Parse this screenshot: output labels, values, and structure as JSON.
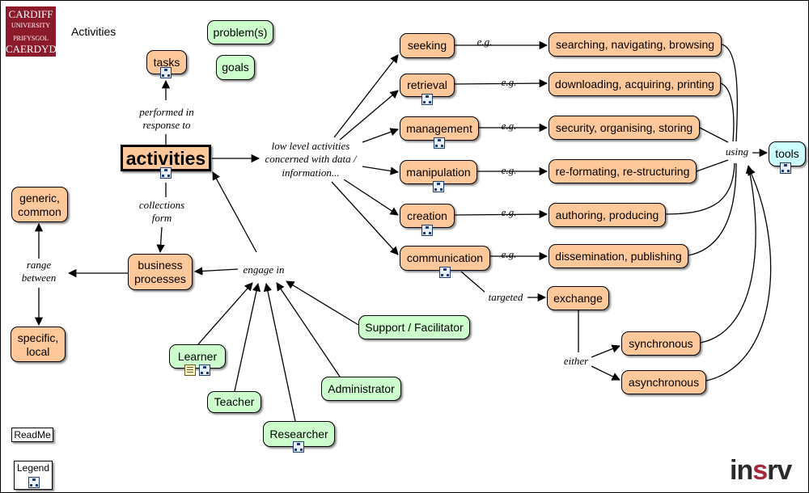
{
  "header": {
    "title": "Activities"
  },
  "logo": {
    "line1": "CARDIFF",
    "line2": "UNIVERSITY",
    "line3": "PRIFYSGOL",
    "line4": "CAERDYDD"
  },
  "brand": {
    "prefix": "in",
    "highlight": "s",
    "suffix": "rv"
  },
  "colors": {
    "concept": "#ffc89a",
    "actor": "#ccffcc",
    "tool": "#ccffff",
    "brand": "#8b1a2b"
  },
  "nodes": {
    "problems": "problem(s)",
    "goals": "goals",
    "tasks": "tasks",
    "activities": "activities",
    "generic": "generic, common",
    "specific": "specific, local",
    "business": "business processes",
    "seeking": "seeking",
    "retrieval": "retrieval",
    "management": "management",
    "manipulation": "manipulation",
    "creation": "creation",
    "communication": "communication",
    "searching": "searching, navigating, browsing",
    "downloading": "downloading, acquiring, printing",
    "security": "security, organising, storing",
    "reformatting": "re-formating, re-structuring",
    "authoring": "authoring, producing",
    "dissemination": "dissemination, publishing",
    "exchange": "exchange",
    "synchronous": "synchronous",
    "asynchronous": "asynchronous",
    "tools": "tools",
    "learner": "Learner",
    "teacher": "Teacher",
    "researcher": "Researcher",
    "administrator": "Administrator",
    "support": "Support / Facilitator",
    "readme": "ReadMe",
    "legend": "Legend"
  },
  "links": {
    "performed": "performed in response to",
    "collections": "collections form",
    "range": "range between",
    "engage": "engage in",
    "lowlevel": "low level activities concerned with data / information...",
    "eg": "e.g.",
    "using": "using",
    "targeted": "targeted",
    "either": "either"
  }
}
